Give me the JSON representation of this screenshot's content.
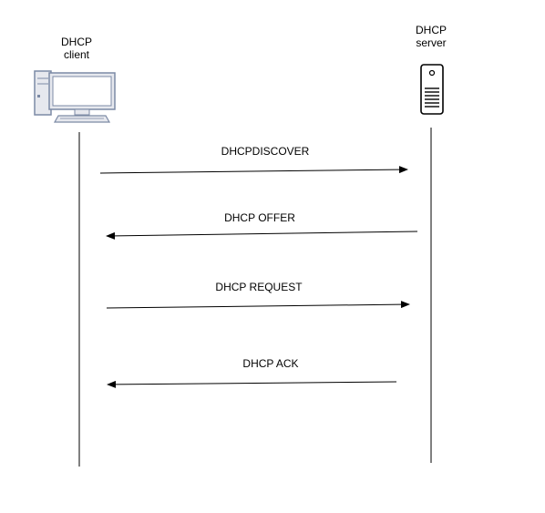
{
  "participants": {
    "client": {
      "line1": "DHCP",
      "line2": "client",
      "icon": "desktop-computer-icon"
    },
    "server": {
      "line1": "DHCP",
      "line2": "server",
      "icon": "server-tower-icon"
    }
  },
  "messages": [
    {
      "label": "DHCPDISCOVER",
      "direction": "client-to-server"
    },
    {
      "label": "DHCP OFFER",
      "direction": "server-to-client"
    },
    {
      "label": "DHCP REQUEST",
      "direction": "client-to-server"
    },
    {
      "label": "DHCP ACK",
      "direction": "server-to-client"
    }
  ],
  "colors": {
    "line": "#000000",
    "icon_fill": "#e6e8ee",
    "icon_stroke": "#7c8aa5",
    "screen": "#ffffff"
  }
}
